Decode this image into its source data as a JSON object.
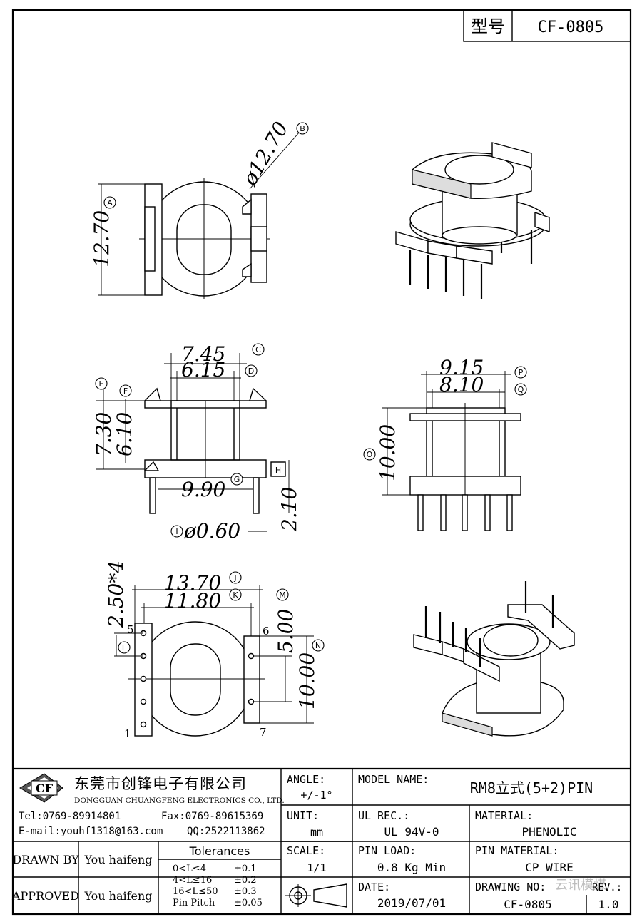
{
  "header": {
    "type_label": "型号",
    "model_code": "CF-0805"
  },
  "dimensions": {
    "d_1270b": "ø12.70",
    "d_1270a": "12.70",
    "d_745": "7.45",
    "d_615": "6.15",
    "d_730": "7.30",
    "d_610": "6.10",
    "d_990": "9.90",
    "d_210": "2.10",
    "d_060": "ø0.60",
    "d_915": "9.15",
    "d_810": "8.10",
    "d_1000o": "10.00",
    "d_1370": "13.70",
    "d_1180": "11.80",
    "d_250x4": "2.50*4",
    "d_500": "5.00",
    "d_1000n": "10.00"
  },
  "markers": {
    "A": "A",
    "B": "B",
    "C": "C",
    "D": "D",
    "E": "E",
    "F": "F",
    "G": "G",
    "H": "H",
    "I": "I",
    "J": "J",
    "K": "K",
    "L": "L",
    "M": "M",
    "N": "N",
    "O": "O",
    "P": "P",
    "Q": "Q"
  },
  "pins": {
    "p1": "1",
    "p5": "5",
    "p6": "6",
    "p7": "7"
  },
  "title_block": {
    "company_cn": "东莞市创锋电子有限公司",
    "company_en": "DONGGUAN CHUANGFENG ELECTRONICS CO., LTD.",
    "logo": "CF",
    "tel": "Tel:0769-89914801",
    "fax": "Fax:0769-89615369",
    "email": "E-mail:youhf1318@163.com",
    "qq": "QQ:2522113862",
    "angle_label": "ANGLE:",
    "angle_value": "+/-1°",
    "unit_label": "UNIT:",
    "unit_value": "mm",
    "scale_label": "SCALE:",
    "scale_value": "1/1",
    "model_name_label": "MODEL NAME:",
    "model_name_value": "RM8立式(5+2)PIN",
    "ul_label": "UL REC.:",
    "ul_value": "UL 94V-0",
    "material_label": "MATERIAL:",
    "material_value": "PHENOLIC",
    "pin_load_label": "PIN LOAD:",
    "pin_load_value": "0.8 Kg Min",
    "pin_material_label": "PIN MATERIAL:",
    "pin_material_value": "CP WIRE",
    "date_label": "DATE:",
    "date_value": "2019/07/01",
    "drawing_no_label": "DRAWING NO:",
    "drawing_no_value": "CF-0805",
    "rev_label": "REV.:",
    "rev_value": "1.0",
    "drawn_by_label": "DRAWN BY",
    "drawn_by_value": "You haifeng",
    "approved_label": "APPROVED",
    "approved_value": "You haifeng",
    "tolerances_title": "Tolerances",
    "tol_rows": [
      {
        "range": "0<L≤4",
        "tol": "±0.1"
      },
      {
        "range": "4<L≤16",
        "tol": "±0.2"
      },
      {
        "range": "16<L≤50",
        "tol": "±0.3"
      },
      {
        "range": "Pin Pitch",
        "tol": "±0.05"
      }
    ],
    "watermark": "云讯模煤"
  }
}
